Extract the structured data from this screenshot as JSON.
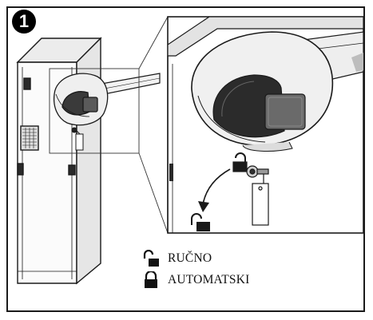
{
  "step": {
    "number": "1"
  },
  "legend": {
    "items": [
      {
        "icon": "padlock-open-icon",
        "label": "RUČNO"
      },
      {
        "icon": "padlock-closed-icon",
        "label": "AUTOMATSKI"
      }
    ]
  },
  "colors": {
    "line": "#1a1a1a",
    "body": "#f4f4f4",
    "shade": "#bfbfbf",
    "dark": "#6d6d6d"
  }
}
